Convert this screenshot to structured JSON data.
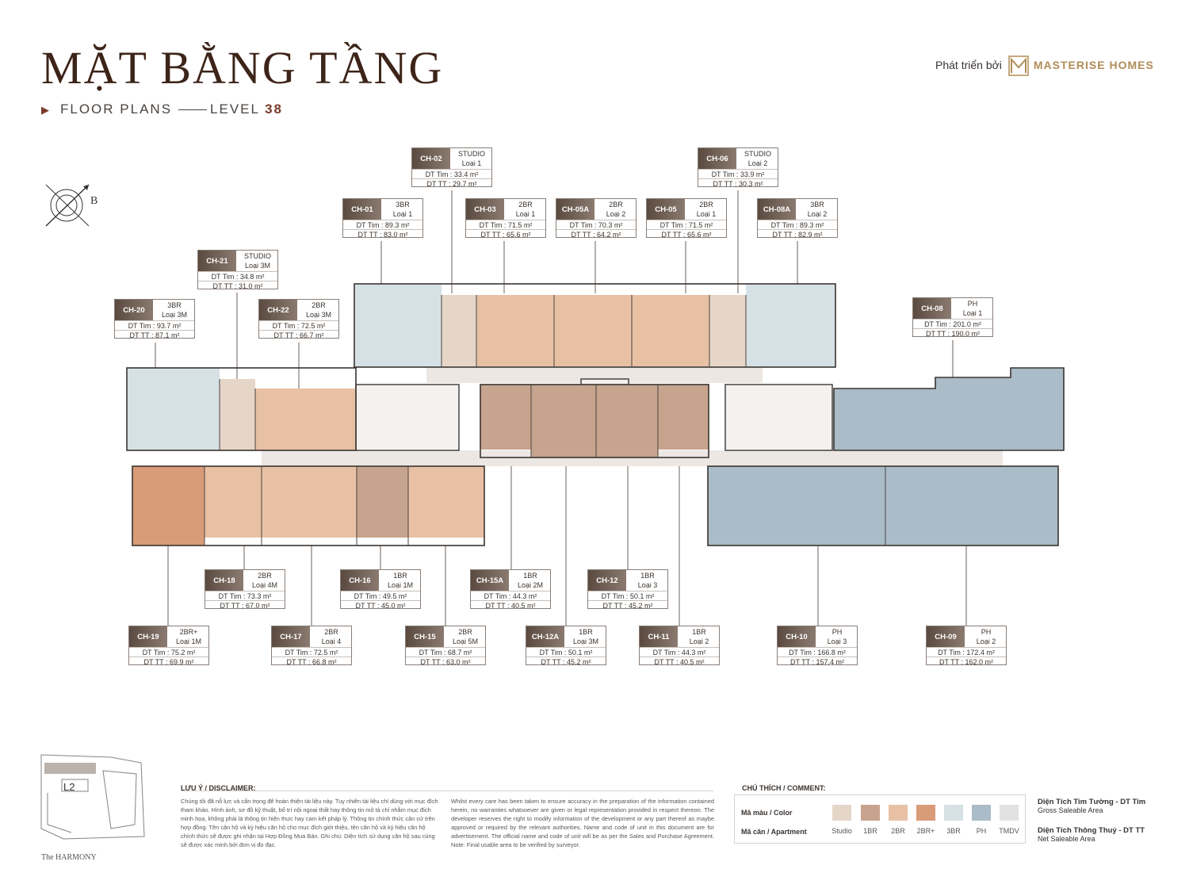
{
  "header": {
    "title": "MẶT BẰNG TẦNG",
    "subtitle_label": "FLOOR PLANS",
    "level_label": "LEVEL",
    "level_number": "38"
  },
  "brand": {
    "developed_by": "Phát triển bởi",
    "name": "MASTERISE HOMES"
  },
  "compass": {
    "north_letter": "B"
  },
  "colors": {
    "studio": "#e6d6c8",
    "1br": "#c7a48e",
    "2br": "#e8c1a5",
    "2br_plus": "#d99c78",
    "3br": "#d6e1e5",
    "ph": "#a9bcc7",
    "tmdv": "#e2e2e2",
    "accent": "#7a3a2a",
    "gold": "#b08d57"
  },
  "units": [
    {
      "code": "CH-02",
      "type": "STUDIO",
      "loai": "Loại 1",
      "dt_tim": "DT Tim :  33.4 m²",
      "dt_tt": "DT TT :  29.7 m²"
    },
    {
      "code": "CH-06",
      "type": "STUDIO",
      "loai": "Loại 2",
      "dt_tim": "DT Tim :  33.9 m²",
      "dt_tt": "DT TT :  30.3 m²"
    },
    {
      "code": "CH-01",
      "type": "3BR",
      "loai": "Loại 1",
      "dt_tim": "DT Tim :  89.3 m²",
      "dt_tt": "DT TT :  83.0 m²"
    },
    {
      "code": "CH-03",
      "type": "2BR",
      "loai": "Loại 1",
      "dt_tim": "DT Tim :  71.5 m²",
      "dt_tt": "DT TT :  65.6 m²"
    },
    {
      "code": "CH-05A",
      "type": "2BR",
      "loai": "Loại 2",
      "dt_tim": "DT Tim :  70.3 m²",
      "dt_tt": "DT TT :  64.2 m²"
    },
    {
      "code": "CH-05",
      "type": "2BR",
      "loai": "Loại 1",
      "dt_tim": "DT Tim :  71.5 m²",
      "dt_tt": "DT TT :  65.6 m²"
    },
    {
      "code": "CH-08A",
      "type": "3BR",
      "loai": "Loại 2",
      "dt_tim": "DT Tim :  89.3 m²",
      "dt_tt": "DT TT :  82.9 m²"
    },
    {
      "code": "CH-21",
      "type": "STUDIO",
      "loai": "Loại 3M",
      "dt_tim": "DT Tim :  34.8 m²",
      "dt_tt": "DT TT :  31.0 m²"
    },
    {
      "code": "CH-20",
      "type": "3BR",
      "loai": "Loại 3M",
      "dt_tim": "DT Tim :  93.7 m²",
      "dt_tt": "DT TT :  87.1 m²"
    },
    {
      "code": "CH-22",
      "type": "2BR",
      "loai": "Loại 3M",
      "dt_tim": "DT Tim :  72.5 m²",
      "dt_tt": "DT TT :  66.7 m²"
    },
    {
      "code": "CH-08",
      "type": "PH",
      "loai": "Loại 1",
      "dt_tim": "DT Tim :  201.0 m²",
      "dt_tt": "DT TT :  190.0 m²"
    },
    {
      "code": "CH-18",
      "type": "2BR",
      "loai": "Loại 4M",
      "dt_tim": "DT Tim :  73.3 m²",
      "dt_tt": "DT TT :  67.0 m²"
    },
    {
      "code": "CH-16",
      "type": "1BR",
      "loai": "Loại 1M",
      "dt_tim": "DT Tim :  49.5 m²",
      "dt_tt": "DT TT :  45.0 m²"
    },
    {
      "code": "CH-15A",
      "type": "1BR",
      "loai": "Loại 2M",
      "dt_tim": "DT Tim :  44.3 m²",
      "dt_tt": "DT TT :  40.5 m²"
    },
    {
      "code": "CH-12",
      "type": "1BR",
      "loai": "Loại 3",
      "dt_tim": "DT Tim :  50.1 m²",
      "dt_tt": "DT TT :  45.2 m²"
    },
    {
      "code": "CH-19",
      "type": "2BR+",
      "loai": "Loại 1M",
      "dt_tim": "DT Tim :  75.2 m²",
      "dt_tt": "DT TT :  69.9 m²"
    },
    {
      "code": "CH-17",
      "type": "2BR",
      "loai": "Loại 4",
      "dt_tim": "DT Tim :  72.5 m²",
      "dt_tt": "DT TT :  66.8 m²"
    },
    {
      "code": "CH-15",
      "type": "2BR",
      "loai": "Loại 5M",
      "dt_tim": "DT Tim :  68.7 m²",
      "dt_tt": "DT TT :  63.0 m²"
    },
    {
      "code": "CH-12A",
      "type": "1BR",
      "loai": "Loại 3M",
      "dt_tim": "DT Tim :  50.1 m²",
      "dt_tt": "DT TT :  45.2 m²"
    },
    {
      "code": "CH-11",
      "type": "1BR",
      "loai": "Loại 2",
      "dt_tim": "DT Tim :  44.3 m²",
      "dt_tt": "DT TT :  40.5 m²"
    },
    {
      "code": "CH-10",
      "type": "PH",
      "loai": "Loại 3",
      "dt_tim": "DT Tim :  166.8 m²",
      "dt_tt": "DT TT :  157.4 m²"
    },
    {
      "code": "CH-09",
      "type": "PH",
      "loai": "Loại 2",
      "dt_tim": "DT Tim :  172.4 m²",
      "dt_tt": "DT TT :  162.0 m²"
    }
  ],
  "keymap": {
    "label": "L2",
    "project": "The HARMONY"
  },
  "disclaimer": {
    "title": "LƯU Ý / DISCLAIMER:",
    "vi": "Chúng tôi đã nỗ lực và cẩn trọng để hoàn thiện tài liệu này. Tuy nhiên tài liệu chỉ dùng với mục đích tham khảo. Hình ảnh, sơ đồ kỹ thuật, bố trí nội ngoại thất hay thông tin mô tả chỉ nhằm mục đích minh họa, không phải là thông tin hiện thực hay cam kết pháp lý. Thông tin chính thức căn cứ trên hợp đồng. Tên căn hộ và ký hiệu căn hộ cho mục đích giới thiệu, tên căn hộ và ký hiệu căn hộ chính thức sẽ được ghi nhận tại Hợp Đồng Mua Bán. Ghi chú: Diện tích sử dụng căn hộ sau cùng sẽ được xác minh bởi đơn vị đo đạc.",
    "en": "Whilst every care has been taken to ensure accuracy in the preparation of the information contained herein, no warranties whatsoever are given or legal representation provided in respect thereon. The developer reserves the right to modify information of the development or any part thereof as maybe approved or required by the relevant authorities. Name and code of unit in this document are for advertisement. The official name and code of unit will be as per the Sales and Purchase Agreement. Note: Final usable area to be verified by surveyor."
  },
  "legend": {
    "title": "CHÚ THÍCH / COMMENT:",
    "color_label": "Mã màu / Color",
    "apartment_label": "Mã căn / Apartment",
    "items": [
      {
        "label": "Studio",
        "color": "#e6d6c8"
      },
      {
        "label": "1BR",
        "color": "#c7a48e"
      },
      {
        "label": "2BR",
        "color": "#e8c1a5"
      },
      {
        "label": "2BR+",
        "color": "#d99c78"
      },
      {
        "label": "3BR",
        "color": "#d6e1e5"
      },
      {
        "label": "PH",
        "color": "#a9bcc7"
      },
      {
        "label": "TMDV",
        "color": "#e2e2e2"
      }
    ]
  },
  "area_defs": {
    "gross_vi": "Diện Tích Tim Tường - DT Tim",
    "gross_en": "Gross Saleable Area",
    "net_vi": "Diện Tích Thông Thuỷ - DT TT",
    "net_en": "Net Saleable Area"
  }
}
